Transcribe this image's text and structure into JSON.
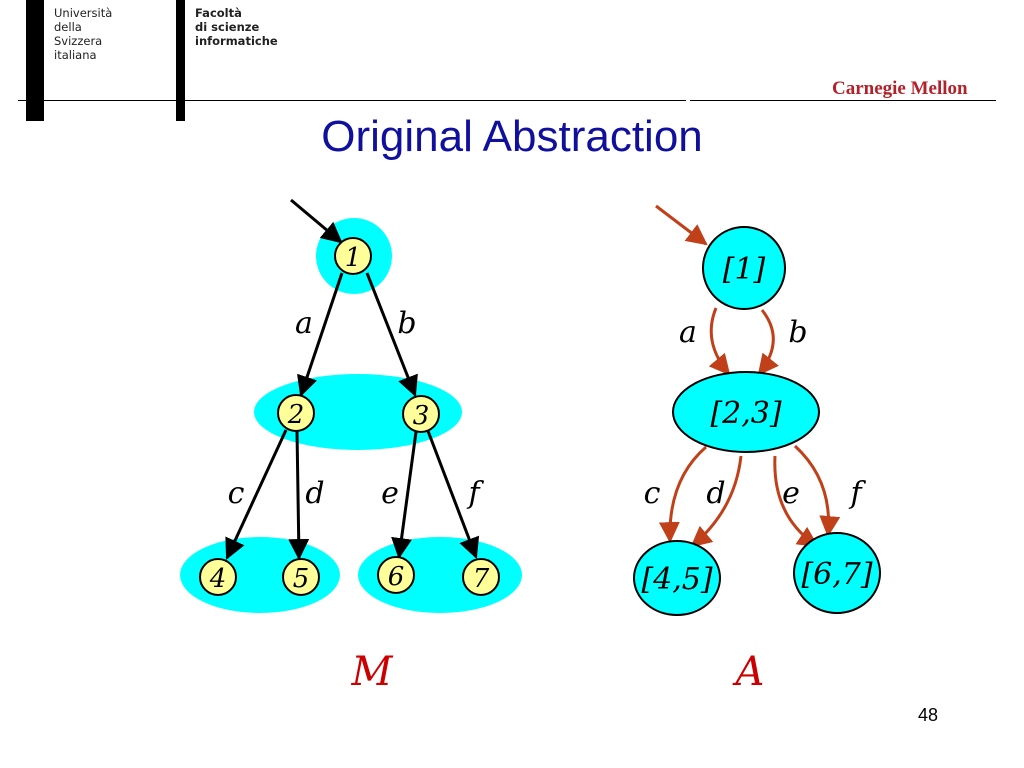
{
  "header": {
    "university_lines": [
      "Università",
      "della",
      "Svizzera",
      "italiana"
    ],
    "faculty_lines": [
      "Facoltà",
      "di scienze",
      "informatiche"
    ],
    "brand": "Carnegie Mellon"
  },
  "slide": {
    "title": "Original Abstraction",
    "page_number": "48"
  },
  "left_diagram": {
    "label": "M",
    "nodes": [
      "1",
      "2",
      "3",
      "4",
      "5",
      "6",
      "7"
    ],
    "edges": [
      "a",
      "b",
      "c",
      "d",
      "e",
      "f"
    ]
  },
  "right_diagram": {
    "label": "A",
    "nodes": [
      "[1]",
      "[2,3]",
      "[4,5]",
      "[6,7]"
    ],
    "edges": [
      "a",
      "b",
      "c",
      "d",
      "e",
      "f"
    ]
  },
  "colors": {
    "cyan": "#00ffff",
    "node_yellow": "#ffff99",
    "arrow_red": "#c0401a",
    "title_blue": "#10109c",
    "label_red": "#cc0000"
  }
}
